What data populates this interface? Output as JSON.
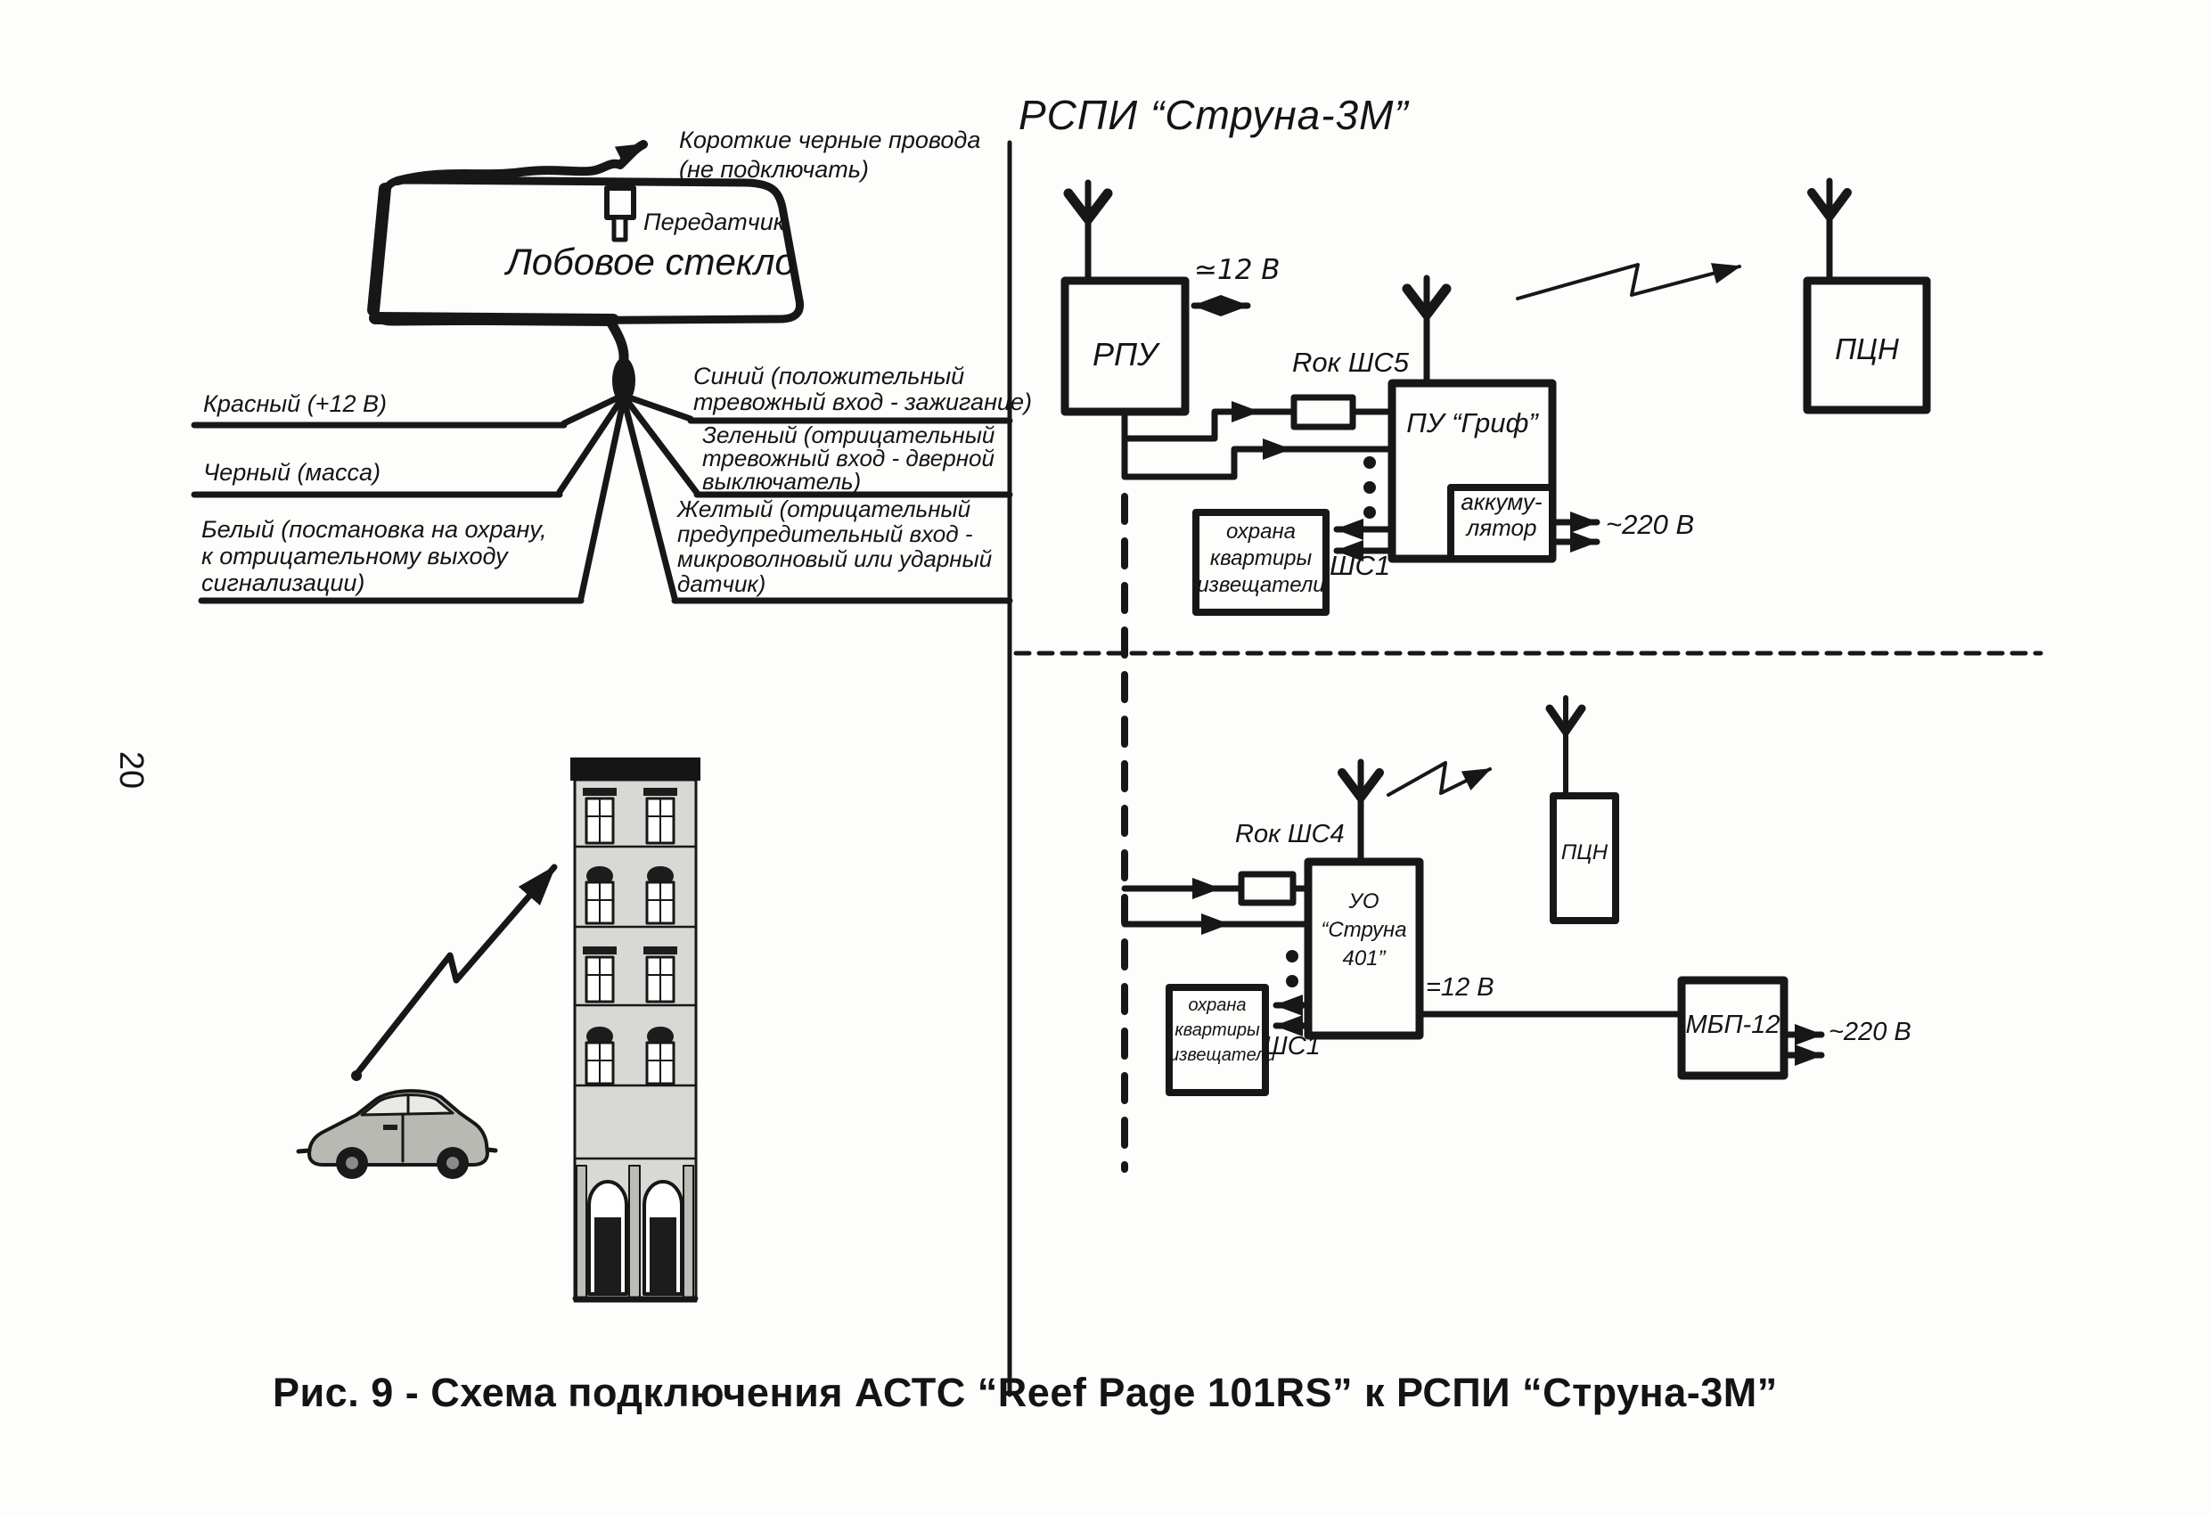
{
  "page": {
    "number": "20"
  },
  "header": {
    "system_title": "РСПИ “Струна-3М”"
  },
  "caption": {
    "text": "Рис. 9 - Схема подключения АСТС “Reef Page 101RS” к РСПИ “Струна-3М”"
  },
  "car_unit": {
    "short_wires_note": "Короткие черные провода\n(не подключать)",
    "transmitter_label": "Передатчик",
    "windshield_label": "Лобовое стекло",
    "wires": {
      "red": "Красный (+12 В)",
      "black": "Черный (масса)",
      "white": "Белый (постановка на охрану,\nк отрицательному выходу\nсигнализации)",
      "blue": "Синий (положительный\nтревожный вход - зажигание)",
      "green": "Зеленый (отрицательный\nтревожный вход - дверной\nвыключатель)",
      "yellow": "Желтый (отрицательный\nпредупредительный вход -\nмикроволновый или ударный\nдатчик)"
    }
  },
  "upper": {
    "rpu_label": "РПУ",
    "power_label": "≃12 В",
    "resistor_label": "Rок ШС5",
    "pu_label": "ПУ “Гриф”",
    "battery_label": "аккуму-\nлятор",
    "mains_label": "~220 В",
    "guard_label": "охрана\nквартиры\nизвещатели",
    "shs1_label": "ШС1",
    "pcn_label": "ПЦН"
  },
  "lower": {
    "resistor_label": "Rок ШС4",
    "uo_label": "УО\n“Струна 401”",
    "guard_label": "охрана\nквартиры\nизвещатели",
    "shs1_label": "ШС1",
    "power_label": "=12 В",
    "mbp_label": "МБП-12",
    "mains_label": "~220 В",
    "pcn_label": "ПЦН"
  },
  "colors": {
    "ink": "#171717",
    "paper": "#fdfdfb"
  }
}
